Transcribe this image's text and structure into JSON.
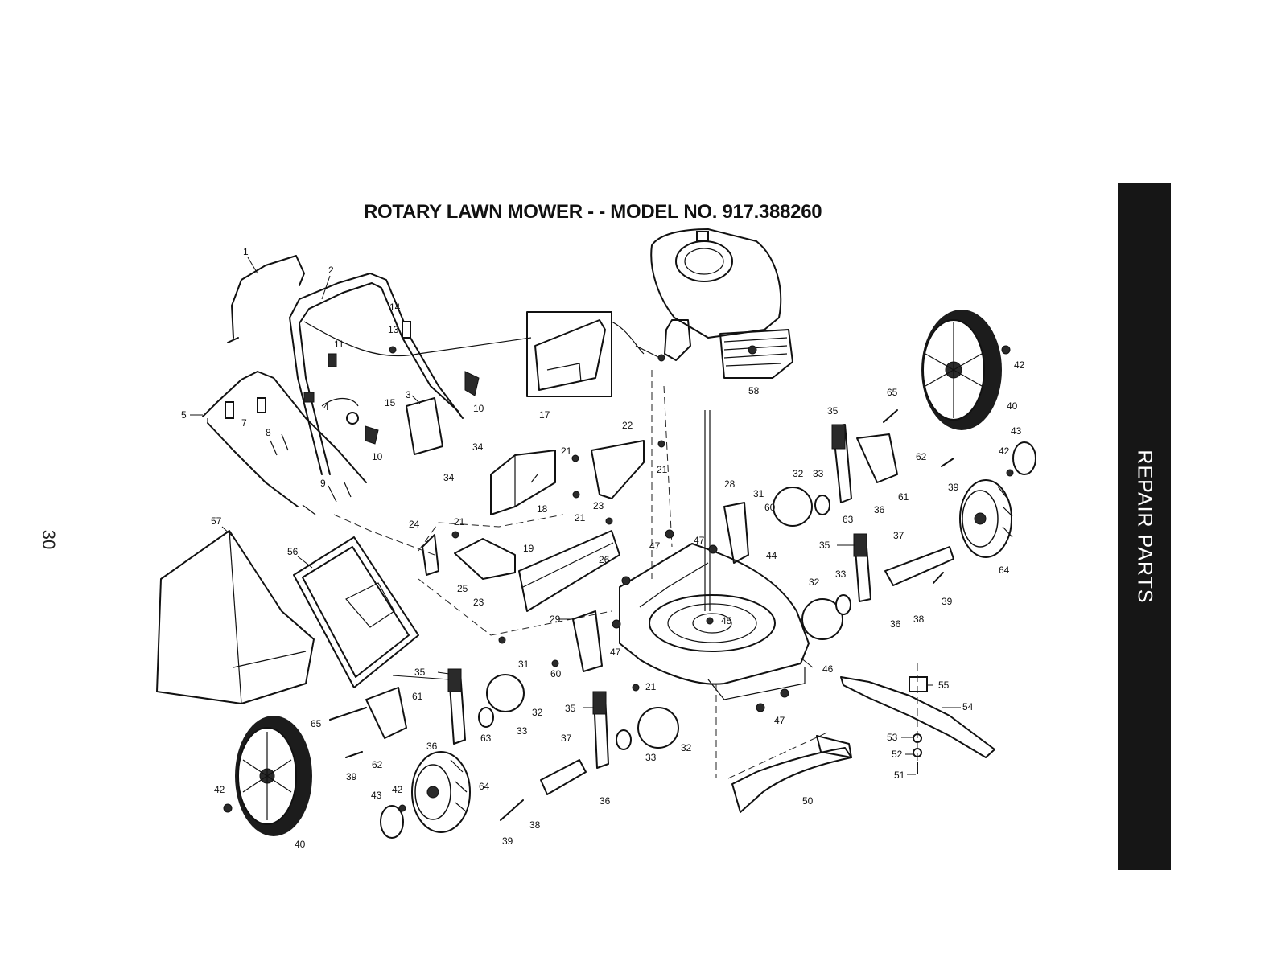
{
  "title": "ROTARY LAWN MOWER - - MODEL NO. 917.388260",
  "page_number": "30",
  "side_tab": "REPAIR PARTS",
  "callouts": {
    "c1": "1",
    "c2": "2",
    "c3": "3",
    "c4": "4",
    "c5": "5",
    "c7": "7",
    "c8": "8",
    "c9": "9",
    "c10a": "10",
    "c10b": "10",
    "c11": "11",
    "c13": "13",
    "c14": "14",
    "c15": "15",
    "c17": "17",
    "c18": "18",
    "c19": "19",
    "c21a": "21",
    "c21b": "21",
    "c21c": "21",
    "c21d": "21",
    "c21e": "21",
    "c22": "22",
    "c23a": "23",
    "c23b": "23",
    "c24": "24",
    "c25": "25",
    "c26": "26",
    "c28": "28",
    "c29": "29",
    "c31a": "31",
    "c31b": "31",
    "c32a": "32",
    "c32b": "32",
    "c32c": "32",
    "c32d": "32",
    "c33a": "33",
    "c33b": "33",
    "c33c": "33",
    "c33d": "33",
    "c34a": "34",
    "c34b": "34",
    "c35a": "35",
    "c35b": "35",
    "c35c": "35",
    "c35d": "35",
    "c36a": "36",
    "c36b": "36",
    "c36c": "36",
    "c36d": "36",
    "c37a": "37",
    "c37b": "37",
    "c38a": "38",
    "c38b": "38",
    "c39a": "39",
    "c39b": "39",
    "c39c": "39",
    "c39d": "39",
    "c40a": "40",
    "c40b": "40",
    "c42a": "42",
    "c42b": "42",
    "c42c": "42",
    "c42d": "42",
    "c43a": "43",
    "c43b": "43",
    "c44": "44",
    "c45": "45",
    "c46": "46",
    "c47a": "47",
    "c47b": "47",
    "c47c": "47",
    "c47d": "47",
    "c50": "50",
    "c51": "51",
    "c52": "52",
    "c53": "53",
    "c54": "54",
    "c55": "55",
    "c56": "56",
    "c57": "57",
    "c58": "58",
    "c60a": "60",
    "c60b": "60",
    "c61a": "61",
    "c61b": "61",
    "c62a": "62",
    "c62b": "62",
    "c63a": "63",
    "c63b": "63",
    "c64a": "64",
    "c64b": "64",
    "c65a": "65",
    "c65b": "65"
  }
}
